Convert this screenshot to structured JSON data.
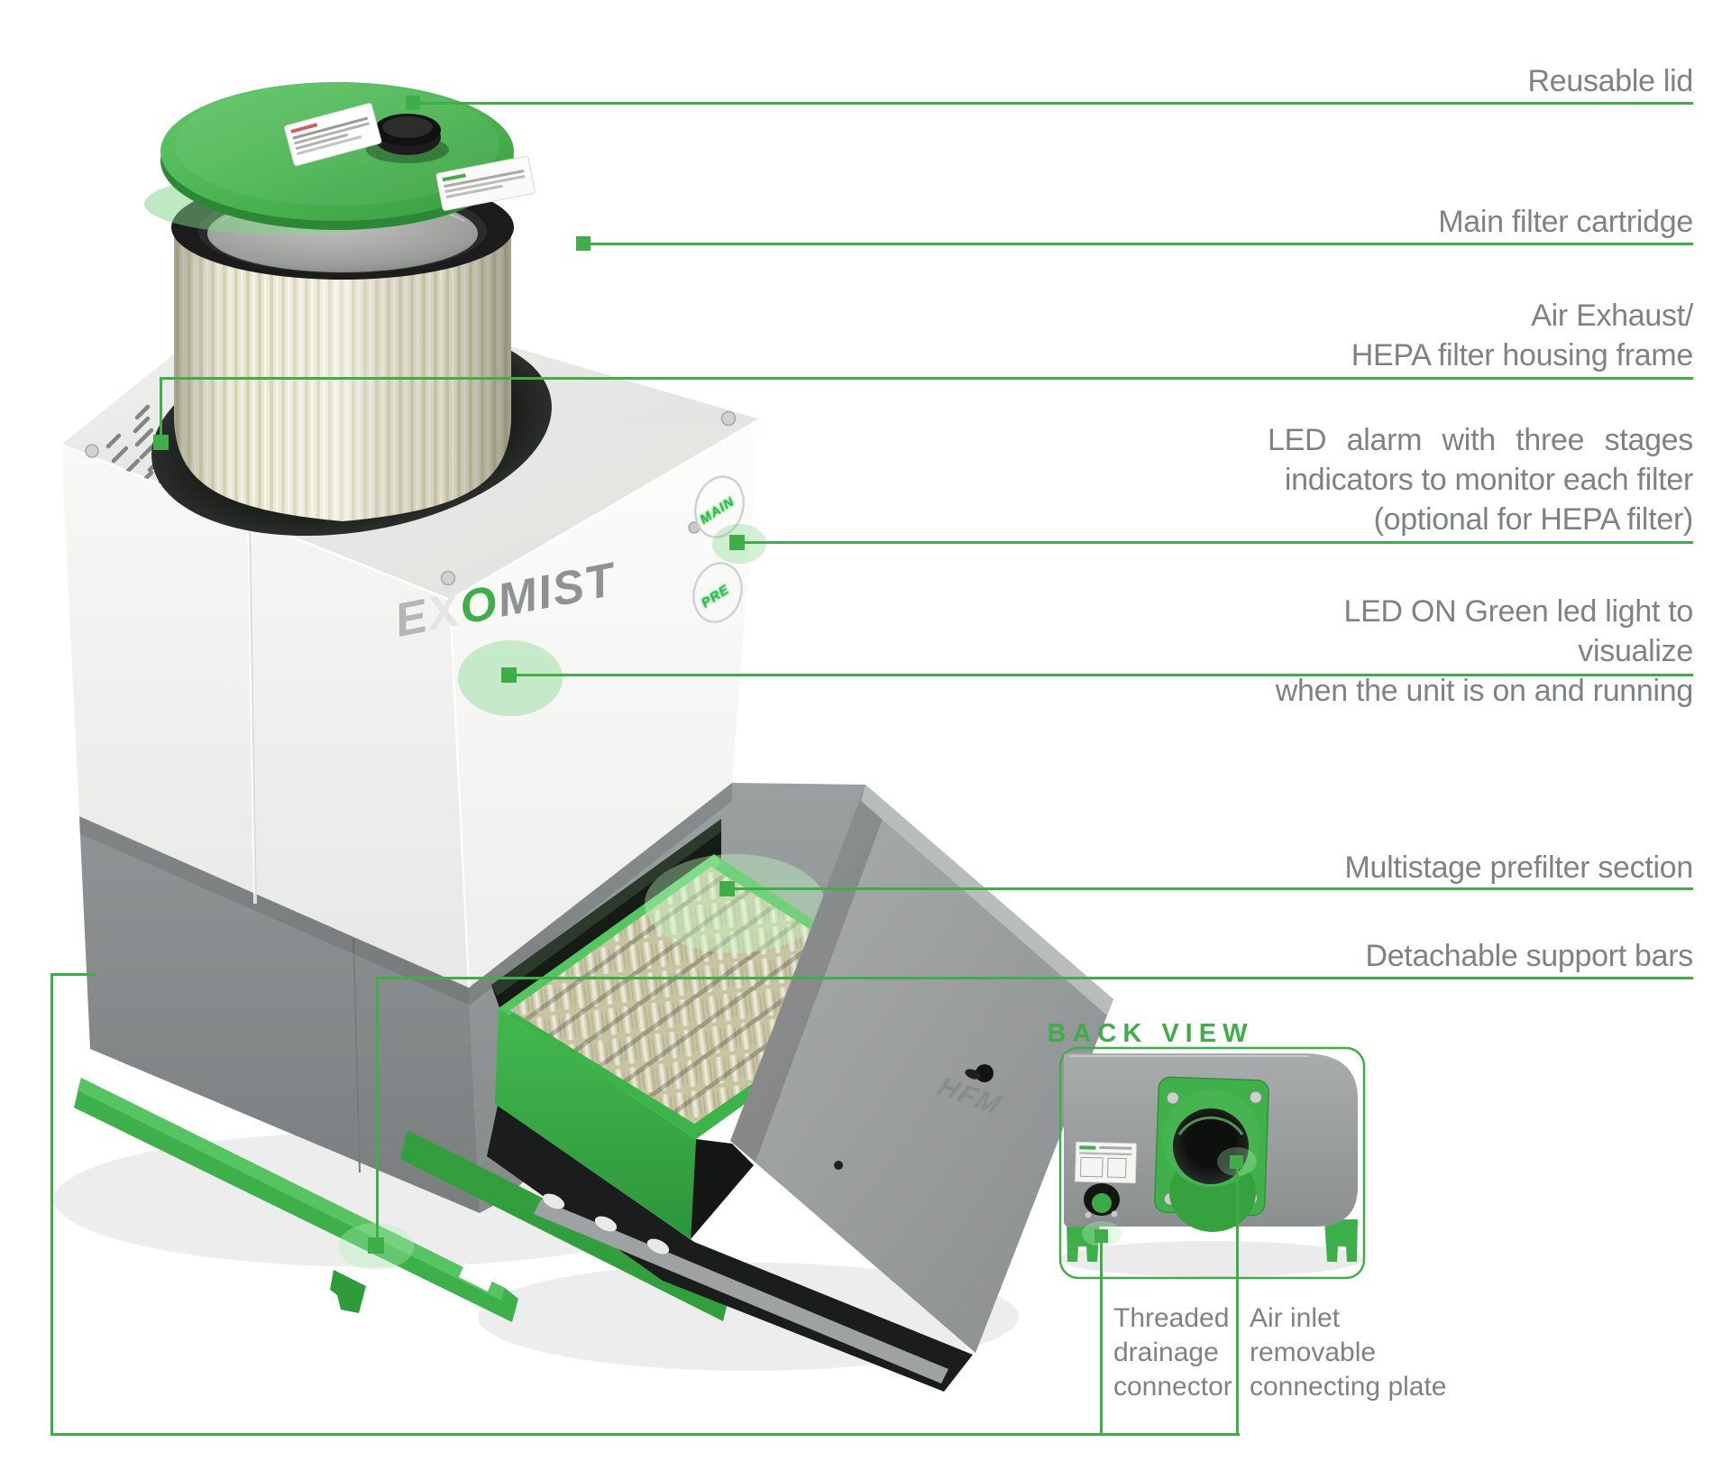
{
  "colors": {
    "accent": "#3fae49",
    "label_text": "#7f8285",
    "lid_green": "#4cb553",
    "drawer_green": "#3cb449",
    "cabinet_gray": "#8b8f90",
    "housing_white": "#f6f6f4"
  },
  "product": {
    "brand_parts": {
      "p1": "E",
      "p2": "X",
      "p3": "O",
      "p4": "MIST"
    },
    "indicator_main": "MAIN",
    "indicator_pre": "PRE",
    "drawer_panel_text": "HFM"
  },
  "callouts": {
    "reusable_lid": {
      "label": "Reusable lid"
    },
    "main_filter_cartridge": {
      "label": "Main filter cartridge"
    },
    "air_exhaust": {
      "line1": "Air Exhaust/",
      "line2": "HEPA filter housing frame"
    },
    "led_alarm": {
      "line1": "LED alarm with three stages",
      "line2": "indicators to monitor each filter",
      "line3": "(optional for HEPA filter)"
    },
    "led_on": {
      "line1": "LED ON Green led light to visualize",
      "line2": "when the unit is on and running"
    },
    "prefilter": {
      "label": "Multistage prefilter section"
    },
    "support_bars": {
      "label": "Detachable support bars"
    }
  },
  "back_view": {
    "title": "BACK VIEW",
    "drainage": {
      "line1": "Threaded",
      "line2": "drainage",
      "line3": "connector"
    },
    "air_inlet": {
      "line1": "Air inlet",
      "line2": "removable",
      "line3": "connecting plate"
    }
  }
}
